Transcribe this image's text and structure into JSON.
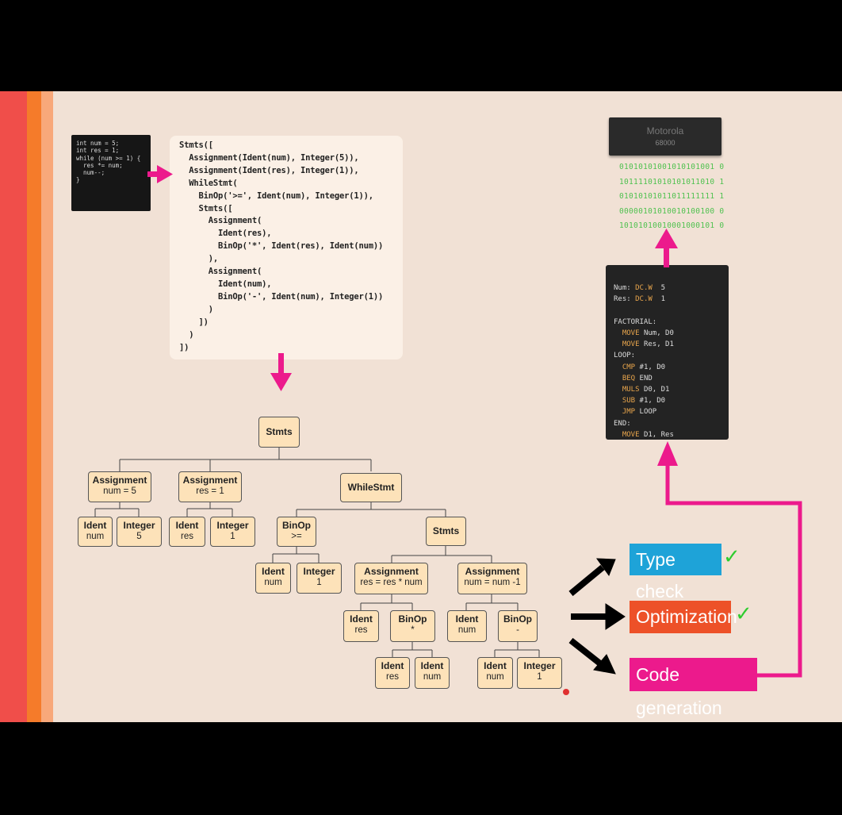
{
  "colors": {
    "slide_bg": "#f1e1d5",
    "stripe_red": "#f04e4a",
    "stripe_orange": "#f57b2a",
    "stripe_peach": "#f8a87a",
    "arrow_pink": "#ec1a8c",
    "tree_node": "#fde2b9",
    "type_check": "#1ea3d8",
    "optimization": "#ed5128",
    "code_generation": "#ec1a8c",
    "binary_green": "#4fc14f"
  },
  "source_code": {
    "lines": [
      "int num = 5;",
      "int res = 1;",
      "while (num >= 1) {",
      "  res *= num;",
      "  num--;",
      "}"
    ]
  },
  "ast_text": {
    "lines": [
      "Stmts([",
      "  Assignment(Ident(num), Integer(5)),",
      "  Assignment(Ident(res), Integer(1)),",
      "  WhileStmt(",
      "    BinOp('>=', Ident(num), Integer(1)),",
      "    Stmts([",
      "      Assignment(",
      "        Ident(res),",
      "        BinOp('*', Ident(res), Ident(num))",
      "      ),",
      "      Assignment(",
      "        Ident(num),",
      "        BinOp('-', Ident(num), Integer(1))",
      "      )",
      "    ])",
      "  )",
      "])"
    ]
  },
  "tree": {
    "root": {
      "type": "Stmts"
    },
    "assign1": {
      "type": "Assignment",
      "value": "num = 5"
    },
    "assign1_ident": {
      "type": "Ident",
      "value": "num"
    },
    "assign1_int": {
      "type": "Integer",
      "value": "5"
    },
    "assign2": {
      "type": "Assignment",
      "value": "res = 1"
    },
    "assign2_ident": {
      "type": "Ident",
      "value": "res"
    },
    "assign2_int": {
      "type": "Integer",
      "value": "1"
    },
    "while": {
      "type": "WhileStmt"
    },
    "cond": {
      "type": "BinOp",
      "value": ">="
    },
    "cond_ident": {
      "type": "Ident",
      "value": "num"
    },
    "cond_int": {
      "type": "Integer",
      "value": "1"
    },
    "body": {
      "type": "Stmts"
    },
    "assign3": {
      "type": "Assignment",
      "value": "res = res * num"
    },
    "assign3_ident": {
      "type": "Ident",
      "value": "res"
    },
    "assign3_binop": {
      "type": "BinOp",
      "value": "*"
    },
    "assign3_bin_ident1": {
      "type": "Ident",
      "value": "res"
    },
    "assign3_bin_ident2": {
      "type": "Ident",
      "value": "num"
    },
    "assign4": {
      "type": "Assignment",
      "value": "num = num -1"
    },
    "assign4_ident": {
      "type": "Ident",
      "value": "num"
    },
    "assign4_binop": {
      "type": "BinOp",
      "value": "-"
    },
    "assign4_bin_ident": {
      "type": "Ident",
      "value": "num"
    },
    "assign4_bin_int": {
      "type": "Integer",
      "value": "1"
    }
  },
  "phases": {
    "type_check": "Type check",
    "optimization": "Optimization",
    "code_generation": "Code generation"
  },
  "assembly": {
    "data1": {
      "label": "Num:",
      "dir": "DC.W",
      "val": "5"
    },
    "data2": {
      "label": "Res:",
      "dir": "DC.W",
      "val": "1"
    },
    "factorial_label": "FACTORIAL:",
    "i1": {
      "op": "MOVE",
      "args": "Num, D0"
    },
    "i2": {
      "op": "MOVE",
      "args": "Res, D1"
    },
    "loop_label": "LOOP:",
    "i3": {
      "op": "CMP",
      "args": "#1, D0"
    },
    "i4": {
      "op": "BEQ",
      "args": "END"
    },
    "i5": {
      "op": "MULS",
      "args": "D0, D1"
    },
    "i6": {
      "op": "SUB",
      "args": "#1, D0"
    },
    "i7": {
      "op": "JMP",
      "args": "LOOP"
    },
    "end_label": "END:",
    "i8": {
      "op": "MOVE",
      "args": "D1, Res"
    }
  },
  "chip": {
    "brand": "Motorola",
    "model": "68000"
  },
  "binary_lines": [
    "01010101001010101001 0",
    "10111101010101011010 1",
    "01010101011011111111 1",
    "00000101010010100100 0",
    "10101010010001000101 0"
  ]
}
